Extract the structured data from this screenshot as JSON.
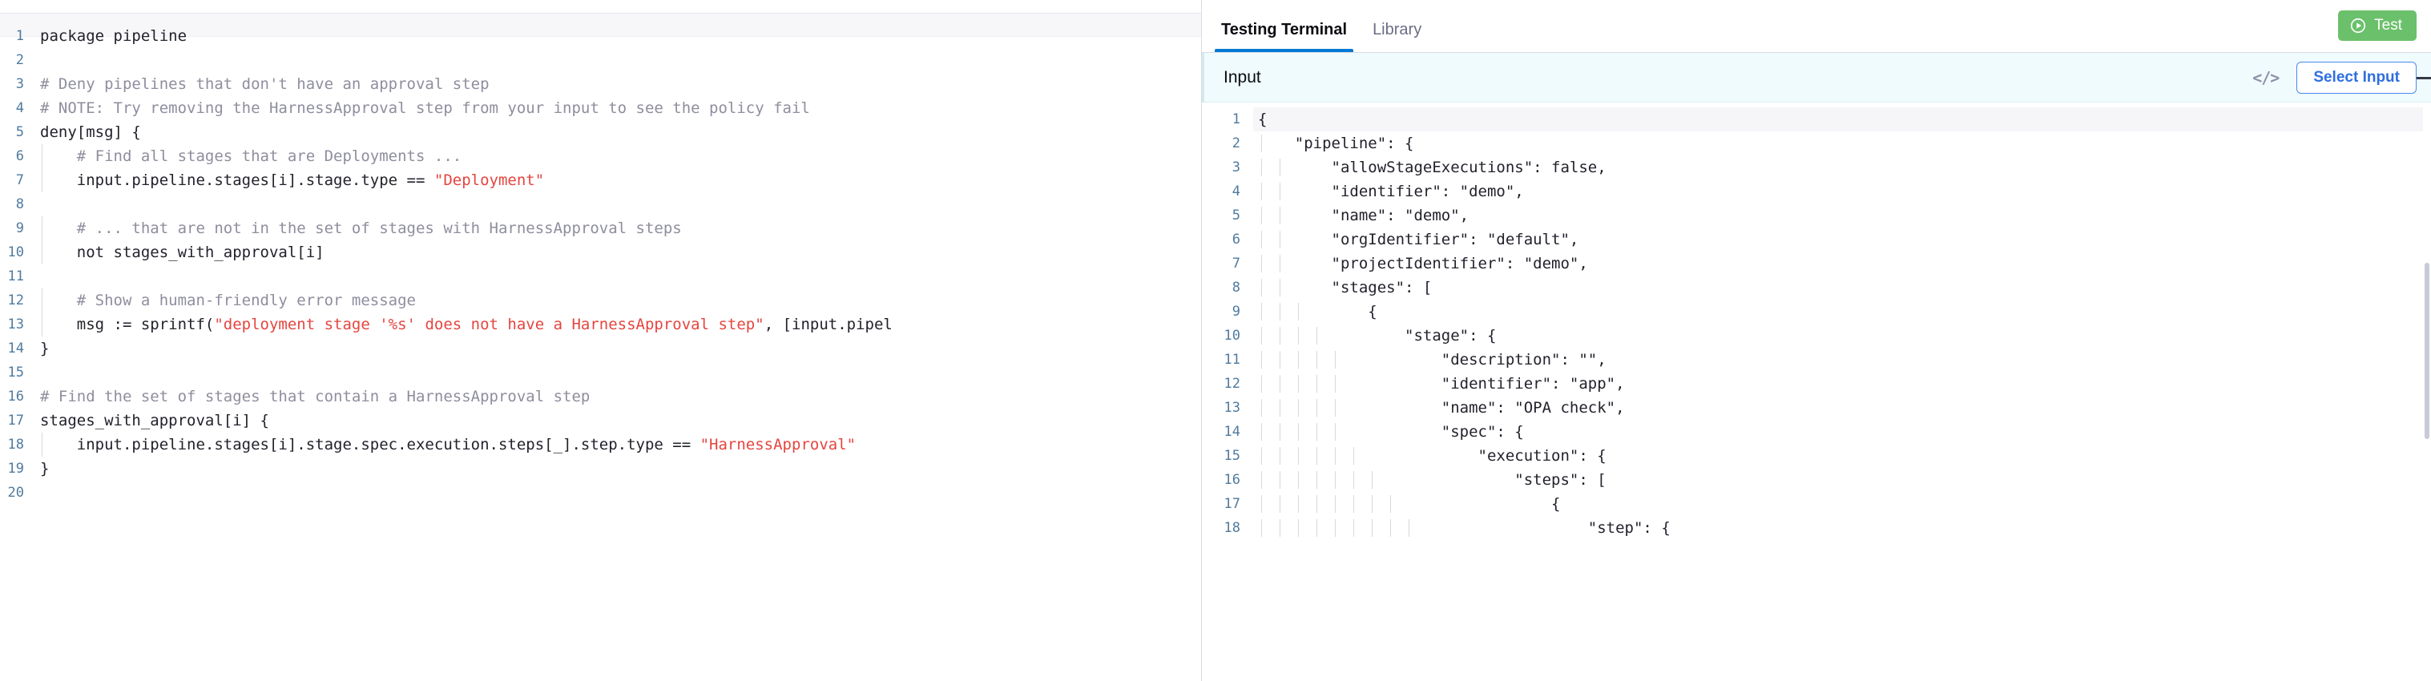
{
  "editor": {
    "minimize_label": "—",
    "language": "rego",
    "lines": [
      {
        "n": "1",
        "indent": 0,
        "segments": [
          {
            "t": "plain",
            "s": "package pipeline"
          }
        ]
      },
      {
        "n": "2",
        "indent": 0,
        "segments": []
      },
      {
        "n": "3",
        "indent": 0,
        "segments": [
          {
            "t": "comment",
            "s": "# Deny pipelines that don't have an approval step"
          }
        ]
      },
      {
        "n": "4",
        "indent": 0,
        "segments": [
          {
            "t": "comment",
            "s": "# NOTE: Try removing the HarnessApproval step from your input to see the policy fail"
          }
        ]
      },
      {
        "n": "5",
        "indent": 0,
        "segments": [
          {
            "t": "plain",
            "s": "deny[msg] {"
          }
        ]
      },
      {
        "n": "6",
        "indent": 1,
        "segments": [
          {
            "t": "comment",
            "s": "    # Find all stages that are Deployments ..."
          }
        ]
      },
      {
        "n": "7",
        "indent": 1,
        "segments": [
          {
            "t": "plain",
            "s": "    input.pipeline.stages[i].stage.type == "
          },
          {
            "t": "string",
            "s": "\"Deployment\""
          }
        ]
      },
      {
        "n": "8",
        "indent": 1,
        "segments": []
      },
      {
        "n": "9",
        "indent": 1,
        "segments": [
          {
            "t": "comment",
            "s": "    # ... that are not in the set of stages with HarnessApproval steps"
          }
        ]
      },
      {
        "n": "10",
        "indent": 1,
        "segments": [
          {
            "t": "plain",
            "s": "    not stages_with_approval[i]"
          }
        ]
      },
      {
        "n": "11",
        "indent": 1,
        "segments": []
      },
      {
        "n": "12",
        "indent": 1,
        "segments": [
          {
            "t": "comment",
            "s": "    # Show a human-friendly error message"
          }
        ]
      },
      {
        "n": "13",
        "indent": 1,
        "segments": [
          {
            "t": "plain",
            "s": "    msg := sprintf("
          },
          {
            "t": "string",
            "s": "\"deployment stage '%s' does not have a HarnessApproval step\""
          },
          {
            "t": "plain",
            "s": ", [input.pipel"
          }
        ]
      },
      {
        "n": "14",
        "indent": 0,
        "segments": [
          {
            "t": "plain",
            "s": "}"
          }
        ]
      },
      {
        "n": "15",
        "indent": 0,
        "segments": []
      },
      {
        "n": "16",
        "indent": 0,
        "segments": [
          {
            "t": "comment",
            "s": "# Find the set of stages that contain a HarnessApproval step"
          }
        ]
      },
      {
        "n": "17",
        "indent": 0,
        "segments": [
          {
            "t": "plain",
            "s": "stages_with_approval[i] {"
          }
        ]
      },
      {
        "n": "18",
        "indent": 1,
        "segments": [
          {
            "t": "plain",
            "s": "    input.pipeline.stages[i].stage.spec.execution.steps[_].step.type == "
          },
          {
            "t": "string",
            "s": "\"HarnessApproval\""
          }
        ]
      },
      {
        "n": "19",
        "indent": 0,
        "segments": [
          {
            "t": "plain",
            "s": "}"
          }
        ]
      },
      {
        "n": "20",
        "indent": 0,
        "segments": []
      }
    ]
  },
  "terminal": {
    "tabs": [
      {
        "label": "Testing Terminal",
        "active": true
      },
      {
        "label": "Library",
        "active": false
      }
    ],
    "test_button_label": "Test",
    "test_button_color": "#6bc16b",
    "minimize_label": "—",
    "input_panel": {
      "title": "Input",
      "code_icon_label": "</>",
      "select_input_label": "Select Input",
      "accent_color": "#2f6ee0",
      "background_color": "#effbfd"
    },
    "json_lines": [
      {
        "n": "1",
        "indent": 0,
        "text": "{"
      },
      {
        "n": "2",
        "indent": 1,
        "text": "    \"pipeline\": {"
      },
      {
        "n": "3",
        "indent": 2,
        "text": "        \"allowStageExecutions\": false,"
      },
      {
        "n": "4",
        "indent": 2,
        "text": "        \"identifier\": \"demo\","
      },
      {
        "n": "5",
        "indent": 2,
        "text": "        \"name\": \"demo\","
      },
      {
        "n": "6",
        "indent": 2,
        "text": "        \"orgIdentifier\": \"default\","
      },
      {
        "n": "7",
        "indent": 2,
        "text": "        \"projectIdentifier\": \"demo\","
      },
      {
        "n": "8",
        "indent": 2,
        "text": "        \"stages\": ["
      },
      {
        "n": "9",
        "indent": 3,
        "text": "            {"
      },
      {
        "n": "10",
        "indent": 4,
        "text": "                \"stage\": {"
      },
      {
        "n": "11",
        "indent": 5,
        "text": "                    \"description\": \"\","
      },
      {
        "n": "12",
        "indent": 5,
        "text": "                    \"identifier\": \"app\","
      },
      {
        "n": "13",
        "indent": 5,
        "text": "                    \"name\": \"OPA check\","
      },
      {
        "n": "14",
        "indent": 5,
        "text": "                    \"spec\": {"
      },
      {
        "n": "15",
        "indent": 6,
        "text": "                        \"execution\": {"
      },
      {
        "n": "16",
        "indent": 7,
        "text": "                            \"steps\": ["
      },
      {
        "n": "17",
        "indent": 8,
        "text": "                                {"
      },
      {
        "n": "18",
        "indent": 9,
        "text": "                                    \"step\": {"
      }
    ]
  }
}
